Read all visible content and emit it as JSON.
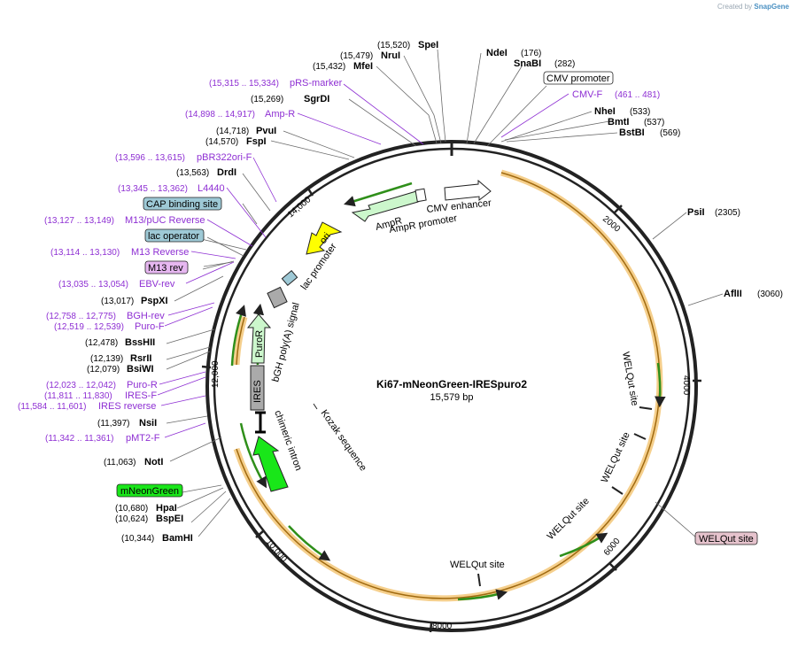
{
  "credit": {
    "prefix": "Created by",
    "brand": "SnapGene"
  },
  "plasmid": {
    "name": "Ki67-mNeonGreen-IRESpuro2",
    "length_label": "15,579 bp"
  },
  "ticks": [
    "2000",
    "4000",
    "6000",
    "8000",
    "10,000",
    "12,000",
    "14,000"
  ],
  "left_enzymes": [
    {
      "pos": "(15,269)",
      "name": "SgrDI"
    },
    {
      "pos": "(14,718)",
      "name": "PvuI"
    },
    {
      "pos": "(14,570)",
      "name": "FspI"
    },
    {
      "pos": "(13,563)",
      "name": "DrdI"
    },
    {
      "pos": "(13,017)",
      "name": "PspXI"
    },
    {
      "pos": "(12,478)",
      "name": "BssHII"
    },
    {
      "pos": "(12,139)",
      "name": "RsrII"
    },
    {
      "pos": "(12,079)",
      "name": "BsiWI"
    },
    {
      "pos": "(11,397)",
      "name": "NsiI"
    },
    {
      "pos": "(11,063)",
      "name": "NotI"
    },
    {
      "pos": "(10,680)",
      "name": "HpaI"
    },
    {
      "pos": "(10,624)",
      "name": "BspEI"
    },
    {
      "pos": "(10,344)",
      "name": "BamHI"
    }
  ],
  "top_enzymes": [
    {
      "pos": "(15,520)",
      "name": "SpeI"
    },
    {
      "pos": "(15,479)",
      "name": "NruI"
    },
    {
      "pos": "(15,432)",
      "name": "MfeI"
    }
  ],
  "right_enzymes": [
    {
      "name": "NdeI",
      "pos": "(176)"
    },
    {
      "name": "SnaBI",
      "pos": "(282)"
    },
    {
      "name": "NheI",
      "pos": "(533)"
    },
    {
      "name": "BmtI",
      "pos": "(537)"
    },
    {
      "name": "BstBI",
      "pos": "(569)"
    },
    {
      "name": "PsiI",
      "pos": "(2305)"
    },
    {
      "name": "AflII",
      "pos": "(3060)"
    }
  ],
  "primers_left": [
    {
      "range": "(15,315 .. 15,334)",
      "name": "pRS-marker"
    },
    {
      "range": "(14,898 .. 14,917)",
      "name": "Amp-R"
    },
    {
      "range": "(13,596 .. 13,615)",
      "name": "pBR322ori-F"
    },
    {
      "range": "(13,345 .. 13,362)",
      "name": "L4440"
    },
    {
      "range": "(13,127 .. 13,149)",
      "name": "M13/pUC Reverse"
    },
    {
      "range": "(13,114 .. 13,130)",
      "name": "M13 Reverse"
    },
    {
      "range": "(13,035 .. 13,054)",
      "name": "EBV-rev"
    },
    {
      "range": "(12,758 .. 12,775)",
      "name": "BGH-rev"
    },
    {
      "range": "(12,519 .. 12,539)",
      "name": "Puro-F"
    },
    {
      "range": "(12,023 .. 12,042)",
      "name": "Puro-R"
    },
    {
      "range": "(11,811 .. 11,830)",
      "name": "IRES-F"
    },
    {
      "range": "(11,584 .. 11,601)",
      "name": "IRES reverse"
    },
    {
      "range": "(11,342 .. 11,361)",
      "name": "pMT2-F"
    }
  ],
  "primer_right": {
    "name": "CMV-F",
    "range": "(461 .. 481)"
  },
  "boxed_labels": {
    "cmv_promoter": "CMV promoter",
    "cap_binding_site": "CAP binding site",
    "lac_operator": "lac operator",
    "m13_rev": "M13 rev",
    "mneongreen": "mNeonGreen",
    "welqut_site_box": "WELQut site"
  },
  "features": {
    "cmv_enhancer": "CMV enhancer",
    "ampr": "AmpR",
    "ampr_promoter": "AmpR promoter",
    "ori": "ori",
    "lac_promoter": "lac promoter",
    "bgh_polya": "bGH poly(A) signal",
    "puror": "PuroR",
    "ires": "IRES",
    "chimeric_intron": "chimeric intron",
    "kozak": "Kozak sequence",
    "welqut_sites": [
      "WELQut site",
      "WELQut site",
      "WELQut site",
      "WELQut site"
    ]
  },
  "colors": {
    "primer": "#8e2fd3",
    "mneongreen": "#19e619",
    "ori": "#ffff00",
    "ampr": "#ccf7cc",
    "orange_band": "#f5cf8c",
    "boxed_blue": "#9ec9d6",
    "boxed_purple": "#e6b7f0",
    "boxed_pink": "#e6c3cd"
  }
}
